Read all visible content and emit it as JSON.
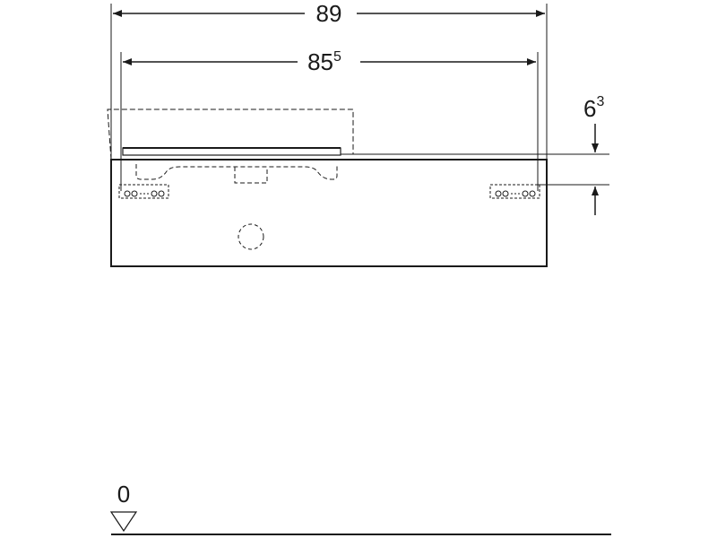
{
  "dimensions": {
    "overall_width": "89",
    "inner_width_main": "85",
    "inner_width_sup": "5",
    "height_main": "6",
    "height_sup": "3",
    "floor_level": "0"
  },
  "colors": {
    "line": "#1a1a1a",
    "background": "#ffffff"
  }
}
